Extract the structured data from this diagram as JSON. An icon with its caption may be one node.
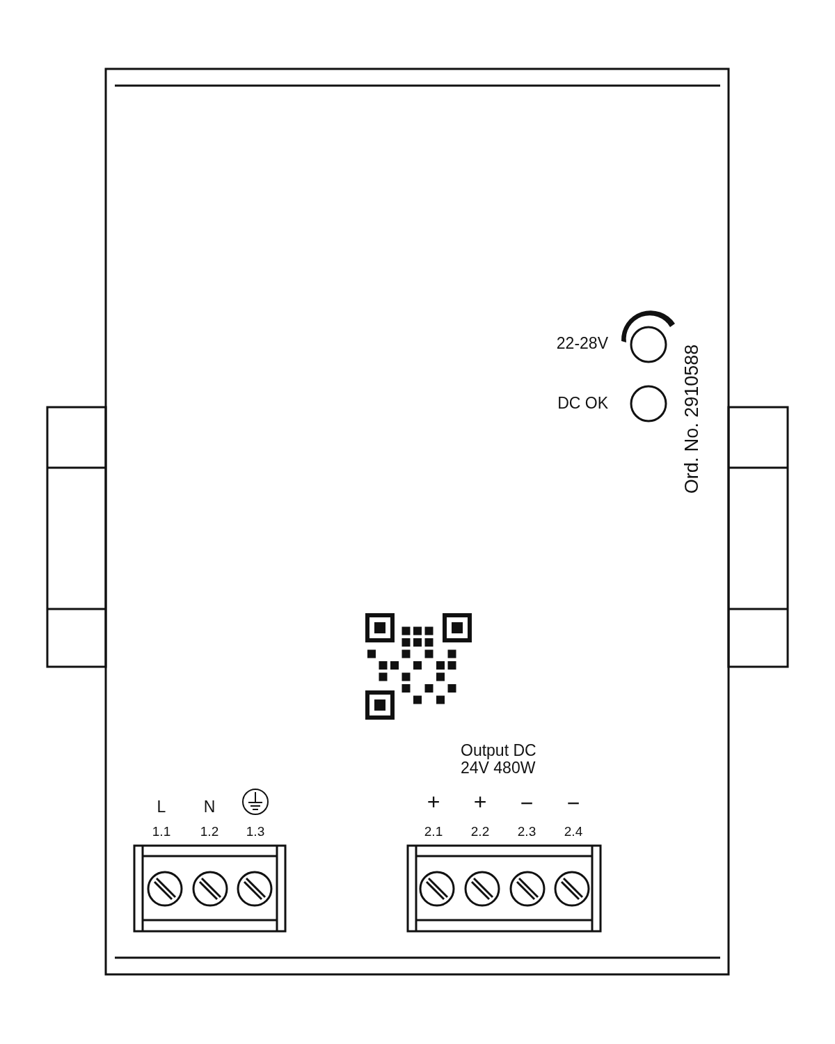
{
  "diagram": {
    "labels": [
      "22-28V",
      "DC OK",
      "Ord. No. 2910588",
      "Output DC 24V 480W",
      "L",
      "N",
      "1.1",
      "1.2",
      "1.3",
      "+",
      "+",
      "−",
      "−",
      "2.1",
      "2.2",
      "2.3",
      "2.4"
    ]
  }
}
